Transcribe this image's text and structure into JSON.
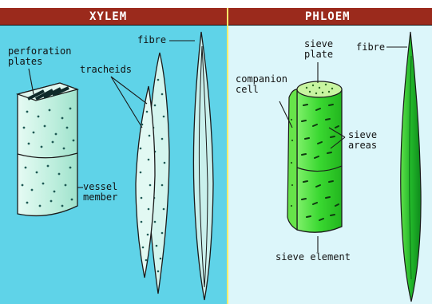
{
  "headers": {
    "left": "XYLEM",
    "right": "PHLOEM"
  },
  "xylem": {
    "perforation_plates": "perforation\nplates",
    "tracheids": "tracheids",
    "fibre": "fibre",
    "vessel_member": "vessel\nmember"
  },
  "phloem": {
    "sieve_plate": "sieve\nplate",
    "fibre": "fibre",
    "companion_cell": "companion\ncell",
    "sieve_areas": "sieve\nareas",
    "sieve_element": "sieve element"
  },
  "colors": {
    "xylem_bg": "#5fd3e8",
    "phloem_bg": "#dcf6fa",
    "header_bg": "#9b2a1c",
    "divider": "#f4ed6a",
    "xylem_cell": "#c8f2e8",
    "phloem_cell": "#38d832"
  }
}
